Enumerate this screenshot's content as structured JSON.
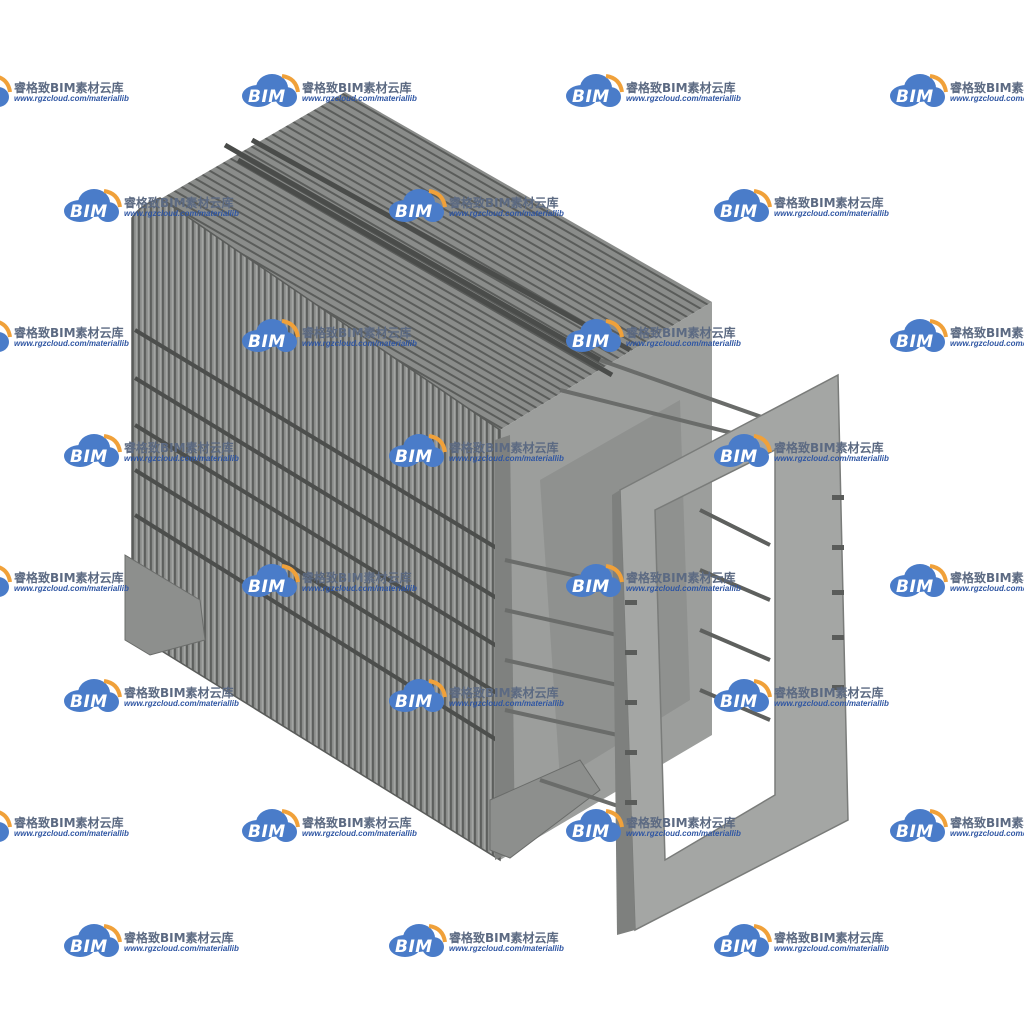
{
  "image": {
    "subject": "isometric gray 3D model of a bar rack screen frame with louvered front",
    "colors": {
      "background": "#ffffff",
      "body": "#8d8f8d",
      "body_dark": "#6f716f",
      "body_light": "#a3a5a3",
      "cloud": "#4a7cc9",
      "cloud_accent": "#f0a13a"
    }
  },
  "watermark": {
    "logo_text": "BIM",
    "brand": "睿格致BIM素材云库",
    "url": "www.rgzcloud.com/materiallib",
    "icon": "cloud-logo-icon"
  }
}
